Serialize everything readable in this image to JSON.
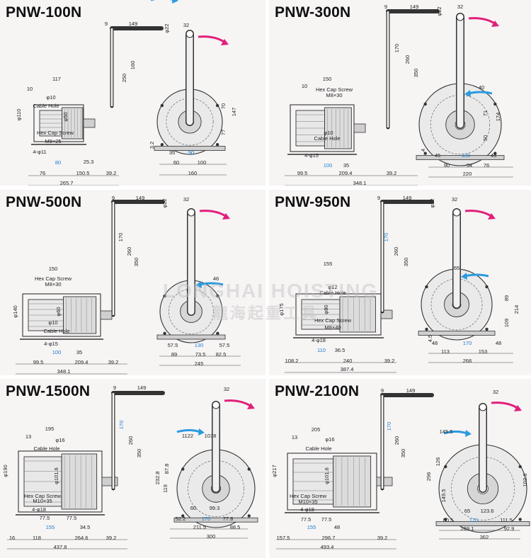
{
  "watermark": {
    "latin": "LONGHAI HOISTING",
    "cjk": "龍海起重工具"
  },
  "colors": {
    "panel_bg": "#f7f4f4",
    "line": "#333333",
    "dim_blue": "#1a7fd0",
    "arrow_pink": "#e0207a",
    "arrow_blue": "#2a9ae0"
  },
  "panels": [
    {
      "title": "PNW-100N",
      "labels": [
        "9",
        "149",
        "φ22",
        "32",
        "160",
        "250",
        "117",
        "10",
        "φ10",
        "Cable Hole",
        "φ110",
        "φ50",
        "Hex Cap Screw",
        "M8×25",
        "4-φ11",
        "80",
        "25.3",
        "76",
        "150.5",
        "39.2",
        "265.7",
        "70",
        "147",
        "77",
        "3.2",
        "35",
        "90",
        "60",
        "100",
        "160"
      ]
    },
    {
      "title": "PNW-300N",
      "labels": [
        "9",
        "149",
        "φ22",
        "32",
        "170",
        "260",
        "350",
        "150",
        "10",
        "Hex Cap Screw",
        "M8×30",
        "φ10",
        "Cable Hole",
        "4-φ15",
        "100",
        "35",
        "99.5",
        "209.4",
        "39.2",
        "348.1",
        "40",
        "71",
        "174",
        "50",
        "4",
        "45",
        "130",
        "45",
        "90",
        "54",
        "76",
        "220"
      ]
    },
    {
      "title": "PNW-500N",
      "labels": [
        "9",
        "149",
        "φ22",
        "32",
        "170",
        "260",
        "350",
        "150",
        "Hex Cap Screw",
        "M8×30",
        "φ140",
        "φ60",
        "φ10",
        "Cable Hole",
        "4-φ15",
        "100",
        "35",
        "99.5",
        "209.4",
        "39.2",
        "348.1",
        "46",
        "57.5",
        "130",
        "57.5",
        "89",
        "73.5",
        "82.5",
        "245"
      ]
    },
    {
      "title": "PNW-950N",
      "labels": [
        "9",
        "149",
        "φ22",
        "32",
        "170",
        "260",
        "350",
        "155",
        "φ12",
        "Cable Hole",
        "φ175",
        "φ80",
        "Hex Cap Screw",
        "M8×40",
        "4-φ18",
        "110",
        "36.5",
        "108.2",
        "240",
        "39.2",
        "387.4",
        "65",
        "89",
        "214",
        "109",
        "4.5",
        "48",
        "170",
        "48",
        "113",
        "153",
        "266"
      ]
    },
    {
      "title": "PNW-1500N",
      "labels": [
        "9",
        "149",
        "32",
        "170",
        "260",
        "350",
        "195",
        "13",
        "φ16",
        "Cable Hole",
        "φ190",
        "φ101.6",
        "Hex Cap Screw",
        "M10×35",
        "4-φ18",
        "77.5",
        "77.5",
        "155",
        "34.5",
        "16",
        "118",
        "264.6",
        "39.2",
        "437.8",
        "1122",
        "1078",
        "232.8",
        "87.8",
        "119",
        "60",
        "99.3",
        "52.2",
        "170",
        "77.8",
        "211.5",
        "88.5",
        "300"
      ]
    },
    {
      "title": "PNW-2100N",
      "labels": [
        "9",
        "149",
        "32",
        "170",
        "260",
        "350",
        "205",
        "13",
        "φ16",
        "Cable Hole",
        "φ217",
        "φ101.6",
        "Hex Cap Screw",
        "M10×35",
        "4-φ18",
        "77.5",
        "77.5",
        "155",
        "48",
        "157.5",
        "296.7",
        "39.2",
        "493.4",
        "145.5",
        "126",
        "296",
        "149.5",
        "102.6",
        "65",
        "123.6",
        "80.5",
        "170",
        "111.5",
        "269.1",
        "92.9",
        "362"
      ]
    }
  ]
}
